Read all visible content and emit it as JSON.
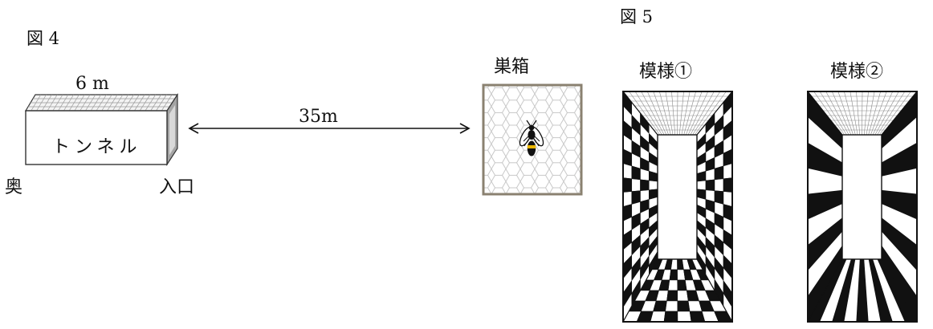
{
  "figure4": {
    "caption": "図 4",
    "tunnel": {
      "label": "トンネル",
      "length_label": "6 m",
      "back_label": "奥",
      "entrance_label": "入口"
    },
    "distance_label": "35m",
    "nest_box": {
      "label": "巣箱",
      "icon": "bee-icon",
      "pattern": "honeycomb"
    }
  },
  "figure5": {
    "caption": "図 5",
    "patterns": [
      {
        "label": "模様①",
        "wall_pattern": "checkerboard"
      },
      {
        "label": "模様②",
        "wall_pattern": "radial-stripes"
      }
    ]
  },
  "colors": {
    "ink": "#111111",
    "nest_border": "#8a8170",
    "bee_band": "#e8b400",
    "tunnel_side": "#9e9e9e"
  }
}
